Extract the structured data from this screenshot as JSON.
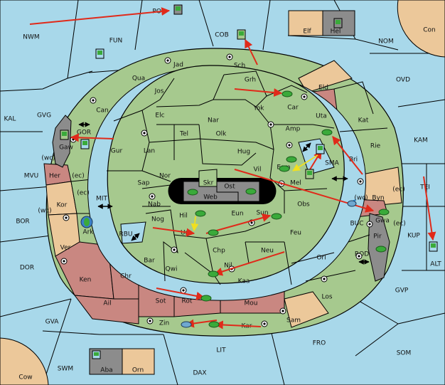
{
  "colors": {
    "sea": "#a8d8ea",
    "green": "#a6c98e",
    "tan": "#ecc89a",
    "rose": "#c98781",
    "gray": "#8c8c8c",
    "order_arrow": "#e02a1a",
    "support_arrow": "#f0e020",
    "convoy_arrow": "#1f7fd0",
    "fleet_unit": "#3aaa3a",
    "army_unit": "#3aaa3a"
  },
  "icons": {
    "supply_center": "supply-center-icon",
    "army": "army-unit-icon",
    "fleet": "fleet-unit-icon",
    "coastline_swap": "double-arrow-icon"
  },
  "labels": {
    "poi": "POI",
    "nwm": "NWM",
    "fun": "FUN",
    "cob": "COB",
    "elf": "Elf",
    "hel": "Hel",
    "nom": "NOM",
    "con": "Con",
    "ovd": "OVD",
    "kal": "KAL",
    "gvg": "GVG",
    "kam": "KAM",
    "gor": "GOR",
    "gaw": "Gaw",
    "mvu": "MVU",
    "her": "Her",
    "wc1": "(wc)",
    "ec1": "(ec)",
    "kor": "Kor",
    "wc2": "(wc)",
    "ec2": "(ec)",
    "mit": "MIT",
    "bor": "BOR",
    "ark": "Ark",
    "ver": "Ver",
    "rbu": "RBU",
    "dor": "DOR",
    "ken": "Ken",
    "chr": "Chr",
    "ail": "Ail",
    "gva": "GVA",
    "swm": "SWM",
    "cow": "Cow",
    "aba": "Aba",
    "orn": "Orn",
    "dax": "DAX",
    "lit": "LIT",
    "fro": "FRO",
    "som": "SOM",
    "gvp": "GVP",
    "alt": "ALT",
    "kup": "KUP",
    "tei": "TEI",
    "rod": "ROD",
    "buc": "BUC",
    "pir": "Pir",
    "gwa": "Gwa",
    "ec3": "(ec)",
    "wc3": "(wc)",
    "byn": "Byn",
    "ec4": "(ec)",
    "sma": "SMA",
    "rie": "Rie",
    "kat": "Kat",
    "bri": "Bri",
    "uta": "Uta",
    "eld": "Eld",
    "car": "Car",
    "amp": "Amp",
    "grh": "Grh",
    "yok": "Yok",
    "sch": "Sch",
    "jad": "Jad",
    "qua": "Qua",
    "jos": "Jos",
    "can": "Can",
    "elc": "Elc",
    "nar": "Nar",
    "olk": "Olk",
    "tel": "Tel",
    "gur": "Gur",
    "lan": "Lan",
    "hug": "Hug",
    "vil": "Vil",
    "esm": "Esm",
    "mel": "Mel",
    "nor": "Nor",
    "skr": "Skr",
    "ost": "Ost",
    "web": "Web",
    "sap": "Sap",
    "nab": "Nab",
    "eun": "Eun",
    "obs": "Obs",
    "nog": "Nog",
    "hil": "Hil",
    "uru": "Uru",
    "sun": "Sun",
    "feu": "Feu",
    "chp": "Chp",
    "bar": "Bar",
    "qwi": "Qwi",
    "neu": "Neu",
    "nil": "Nil",
    "orl": "Orl",
    "kaa": "Kaa",
    "los": "Los",
    "sot": "Sot",
    "rot": "Rot",
    "mou": "Mou",
    "sam": "Sam",
    "zin": "Zin",
    "kar": "Kar"
  }
}
